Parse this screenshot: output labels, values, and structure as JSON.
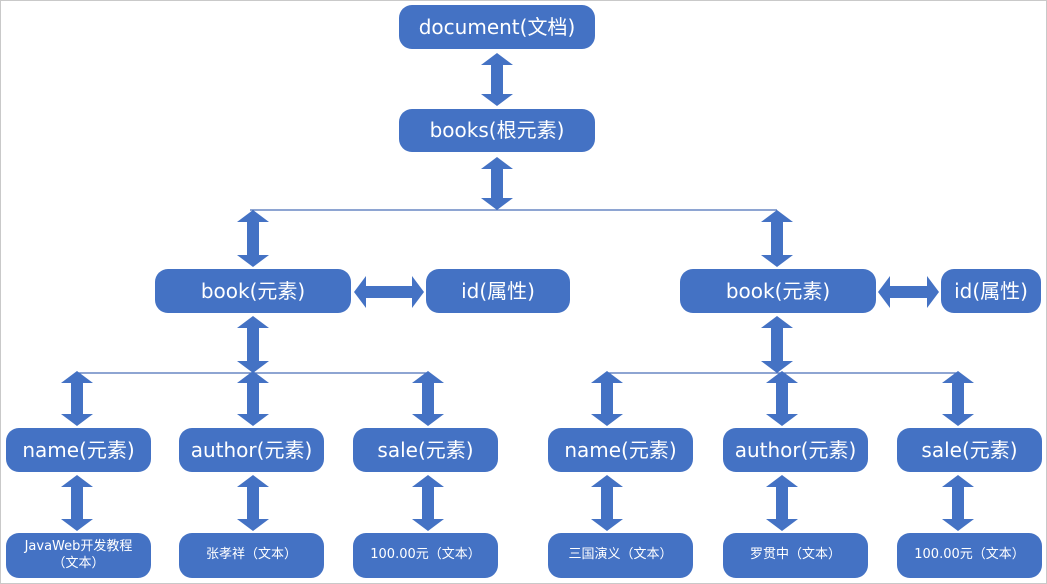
{
  "nodes": {
    "document": "document(文档)",
    "books": "books(根元素)",
    "book1": "book(元素)",
    "id1": "id(属性)",
    "book2": "book(元素)",
    "id2": "id(属性)",
    "name1": "name(元素)",
    "author1": "author(元素)",
    "sale1": "sale(元素)",
    "name2": "name(元素)",
    "author2": "author(元素)",
    "sale2": "sale(元素)",
    "text_name1": "JavaWeb开发教程\n（文本）",
    "text_author1": "张孝祥（文本）",
    "text_sale1": "100.00元（文本）",
    "text_name2": "三国演义（文本）",
    "text_author2": "罗贯中（文本）",
    "text_sale2": "100.00元（文本）"
  },
  "colors": {
    "node_fill": "#4472c4",
    "node_text": "#ffffff",
    "arrow_fill": "#4472c4",
    "connector_line": "#4a6fb8"
  }
}
